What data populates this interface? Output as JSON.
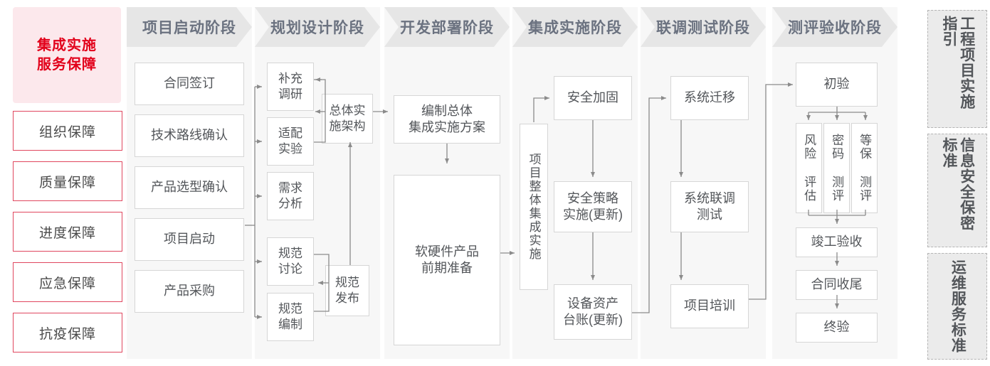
{
  "diagram": {
    "title_block": {
      "label": "集成实施\n服务保障",
      "color": "#e2001a",
      "bg": "#fce8ec"
    },
    "guarantees": [
      {
        "label": "组织保障"
      },
      {
        "label": "质量保障"
      },
      {
        "label": "进度保障"
      },
      {
        "label": "应急保障"
      },
      {
        "label": "抗疫保障"
      }
    ],
    "phases": [
      {
        "id": "p1",
        "header": "项目启动阶段",
        "nodes": [
          {
            "id": "n-contract",
            "label": "合同签订"
          },
          {
            "id": "n-techroute",
            "label": "技术路线确认"
          },
          {
            "id": "n-product-sel",
            "label": "产品选型确认"
          },
          {
            "id": "n-kickoff",
            "label": "项目启动"
          },
          {
            "id": "n-procure",
            "label": "产品采购"
          }
        ]
      },
      {
        "id": "p2",
        "header": "规划设计阶段",
        "nodes": [
          {
            "id": "n-research",
            "label": "补充\n调研"
          },
          {
            "id": "n-adapt",
            "label": "适配\n实验"
          },
          {
            "id": "n-require",
            "label": "需求\n分析"
          },
          {
            "id": "n-spec-disc",
            "label": "规范\n讨论"
          },
          {
            "id": "n-spec-draft",
            "label": "规范\n编制"
          },
          {
            "id": "n-arch",
            "label": "总体实\n施架构"
          },
          {
            "id": "n-spec-pub",
            "label": "规范\n发布"
          }
        ]
      },
      {
        "id": "p3",
        "header": "开发部署阶段",
        "nodes": [
          {
            "id": "n-plan",
            "label": "编制总体\n集成实施方案"
          },
          {
            "id": "n-prep",
            "label": "软硬件产品\n前期准备"
          }
        ]
      },
      {
        "id": "p4",
        "header": "集成实施阶段",
        "nodes": [
          {
            "id": "n-overall",
            "label": "项目整体集成实施",
            "vertical": true
          },
          {
            "id": "n-harden",
            "label": "安全加固"
          },
          {
            "id": "n-policy",
            "label": "安全策略\n实施(更新)"
          },
          {
            "id": "n-asset",
            "label": "设备资产\n台账(更新)"
          }
        ]
      },
      {
        "id": "p5",
        "header": "联调测试阶段",
        "nodes": [
          {
            "id": "n-migrate",
            "label": "系统迁移"
          },
          {
            "id": "n-jointtest",
            "label": "系统联调\n测试"
          },
          {
            "id": "n-training",
            "label": "项目培训"
          }
        ]
      },
      {
        "id": "p6",
        "header": "测评验收阶段",
        "nodes": [
          {
            "id": "n-pretest",
            "label": "初验"
          },
          {
            "id": "n-risk",
            "label": "风险\n评估",
            "vertical": true
          },
          {
            "id": "n-crypto",
            "label": "密码\n测评",
            "vertical": true
          },
          {
            "id": "n-mlps",
            "label": "等保\n测评",
            "vertical": true
          },
          {
            "id": "n-final-accept",
            "label": "竣工验收"
          },
          {
            "id": "n-contract-close",
            "label": "合同收尾"
          },
          {
            "id": "n-final-test",
            "label": "终验"
          }
        ]
      }
    ],
    "standards": [
      {
        "id": "s-guide",
        "label": "工程项目实施指引"
      },
      {
        "id": "s-security",
        "label": "信息安全保密标准"
      },
      {
        "id": "s-ops",
        "label": "运维服务标准"
      }
    ]
  }
}
